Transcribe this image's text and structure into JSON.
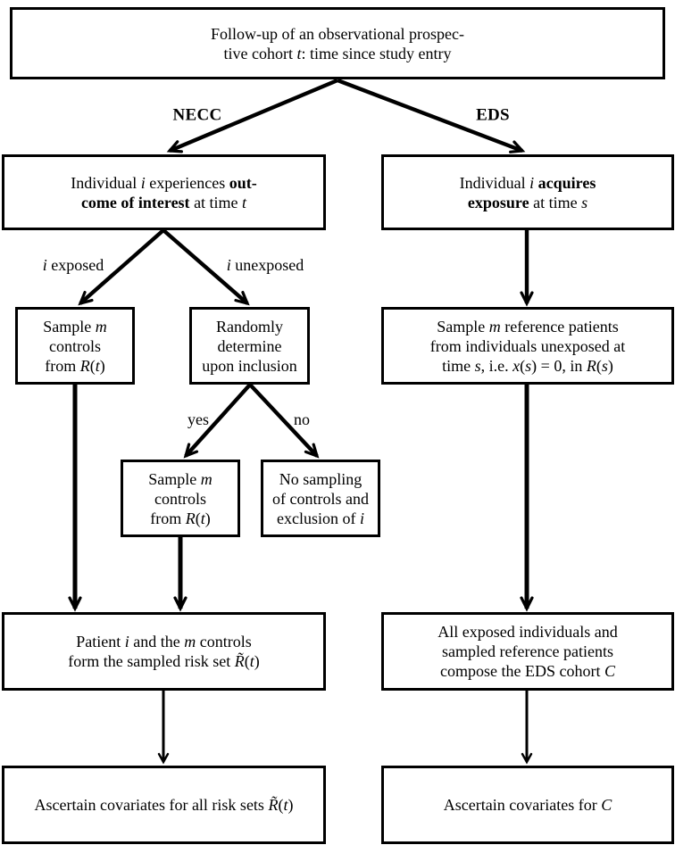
{
  "diagram": {
    "boxes": {
      "follow_up": {
        "lines": [
          "Follow-up of an observational prospec-",
          "tive cohort *t*:  time since study entry"
        ]
      },
      "necc_outcome": {
        "lines": [
          "Individual *i* experiences **out-**",
          "**come of interest** at time *t*"
        ]
      },
      "eds_exposure": {
        "lines": [
          "Individual *i* **acquires**",
          "**exposure** at time *s*"
        ]
      },
      "sample_controls_exposed": {
        "lines": [
          "Sample *m*",
          "controls",
          "from *R*(*t*)"
        ]
      },
      "randomly_determine": {
        "lines": [
          "Randomly",
          "determine",
          "upon inclusion"
        ]
      },
      "sample_controls_yes": {
        "lines": [
          "Sample *m*",
          "controls",
          "from *R*(*t*)"
        ]
      },
      "no_sampling": {
        "lines": [
          "No sampling",
          "of controls and",
          "exclusion of *i*"
        ]
      },
      "sampled_risk_set": {
        "lines": [
          "Patient *i* and the *m* controls",
          "form the sampled risk set *R̃*(*t*)"
        ]
      },
      "eds_reference": {
        "lines": [
          "Sample *m* reference patients",
          "from individuals unexposed at",
          "time *s*, i.e.  *x*(*s*)  =  0, in *R*(*s*)"
        ]
      },
      "eds_cohort": {
        "lines": [
          "All exposed individuals and",
          "sampled reference patients",
          "compose the EDS cohort *C*"
        ]
      },
      "ascertain_necc": {
        "lines": [
          "Ascertain covariates for all risk sets *R̃*(*t*)"
        ]
      },
      "ascertain_eds": {
        "lines": [
          "Ascertain covariates for *C*"
        ]
      }
    },
    "edge_labels": {
      "necc": "NECC",
      "eds": "EDS",
      "i_exposed": "*i* exposed",
      "i_unexposed": "*i* unexposed",
      "yes": "yes",
      "no": "no"
    }
  },
  "colors": {
    "ink": "#000000",
    "paper": "#ffffff"
  }
}
